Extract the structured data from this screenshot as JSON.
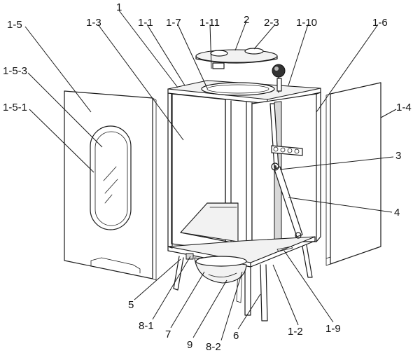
{
  "labels": [
    {
      "id": "l-1-5",
      "text": "1-5"
    },
    {
      "id": "l-1-3",
      "text": "1-3"
    },
    {
      "id": "l-1",
      "text": "1"
    },
    {
      "id": "l-1-1",
      "text": "1-1"
    },
    {
      "id": "l-1-7",
      "text": "1-7"
    },
    {
      "id": "l-1-11",
      "text": "1-11"
    },
    {
      "id": "l-2",
      "text": "2"
    },
    {
      "id": "l-2-3",
      "text": "2-3"
    },
    {
      "id": "l-1-10",
      "text": "1-10"
    },
    {
      "id": "l-1-6",
      "text": "1-6"
    },
    {
      "id": "l-1-5-3",
      "text": "1-5-3"
    },
    {
      "id": "l-1-5-1",
      "text": "1-5-1"
    },
    {
      "id": "l-1-4",
      "text": "1-4"
    },
    {
      "id": "l-3",
      "text": "3"
    },
    {
      "id": "l-4",
      "text": "4"
    },
    {
      "id": "l-5",
      "text": "5"
    },
    {
      "id": "l-8-1",
      "text": "8-1"
    },
    {
      "id": "l-7",
      "text": "7"
    },
    {
      "id": "l-9",
      "text": "9"
    },
    {
      "id": "l-8-2",
      "text": "8-2"
    },
    {
      "id": "l-6",
      "text": "6"
    },
    {
      "id": "l-1-2",
      "text": "1-2"
    },
    {
      "id": "l-1-9",
      "text": "1-9"
    }
  ]
}
